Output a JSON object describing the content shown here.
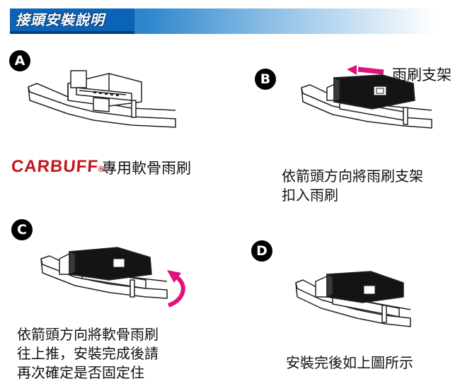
{
  "header": {
    "title": "接頭安裝說明",
    "colors": {
      "primary": "#0a63b6",
      "accent": "#e0117a",
      "brand": "#c3161c"
    }
  },
  "steps": {
    "a": {
      "badge": "A",
      "brand": "CARBUFF",
      "brand_mark": "®",
      "caption": "專用軟骨雨刷"
    },
    "b": {
      "badge": "B",
      "arrow_label": "雨刷支架",
      "caption_lines": [
        "依箭頭方向將雨刷支架",
        "扣入雨刷"
      ]
    },
    "c": {
      "badge": "C",
      "caption_lines": [
        "依箭頭方向將軟骨雨刷",
        "往上推，安裝完成後請",
        "再次確定是否固定住"
      ]
    },
    "d": {
      "badge": "D",
      "caption": "安裝完後如上圖所示"
    }
  }
}
